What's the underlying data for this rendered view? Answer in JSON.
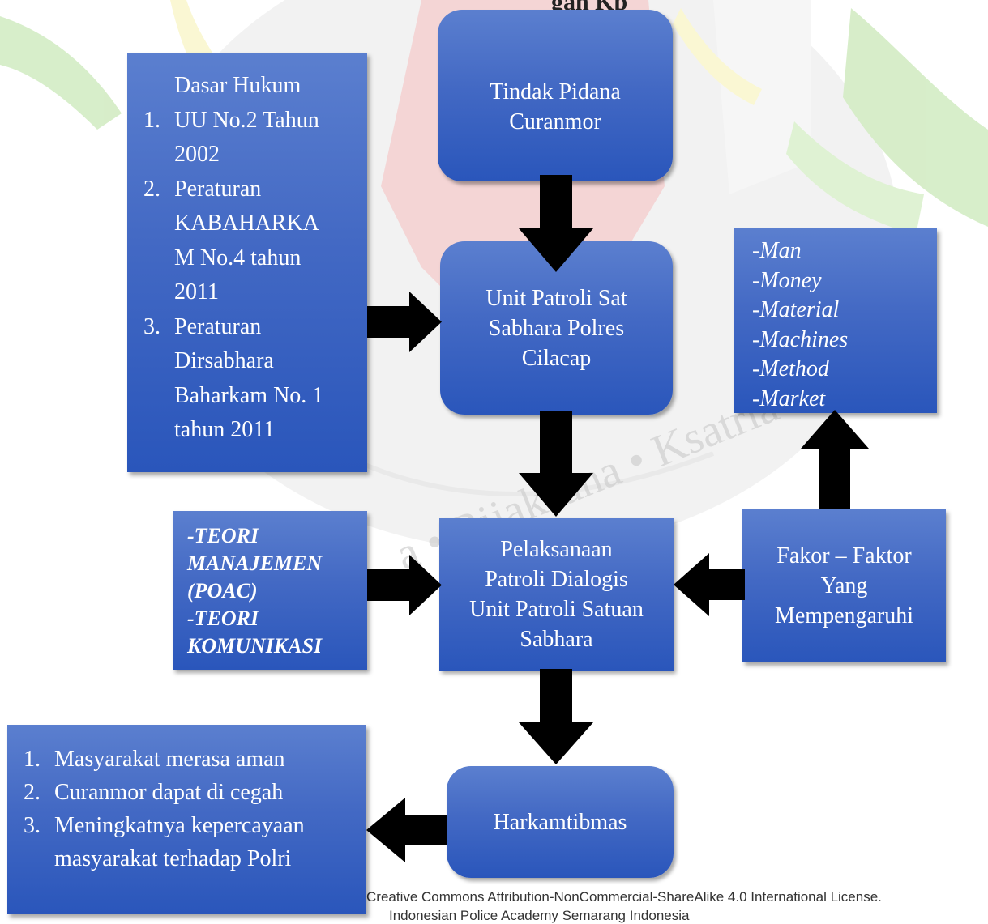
{
  "header": {
    "partial_heading": "gan Kp"
  },
  "boxes": {
    "dasar_hukum": {
      "title": "Dasar Hukum",
      "items": [
        {
          "num": "1.",
          "lines": [
            "UU No.2 Tahun",
            "2002"
          ]
        },
        {
          "num": "2.",
          "lines": [
            "Peraturan",
            "KABAHARKA",
            "M No.4 tahun",
            "2011"
          ]
        },
        {
          "num": "3.",
          "lines": [
            "Peraturan",
            "Dirsabhara",
            "Baharkam No. 1",
            "tahun 2011"
          ]
        }
      ]
    },
    "tindak_pidana": {
      "lines": [
        "Tindak Pidana",
        "Curanmor"
      ]
    },
    "unit_patroli": {
      "lines": [
        "Unit Patroli Sat",
        "Sabhara Polres",
        "Cilacap"
      ]
    },
    "six_m": {
      "lines": [
        "-Man",
        "-Money",
        "-Material",
        "-Machines",
        "-Method",
        "-Market"
      ]
    },
    "teori": {
      "lines": [
        "-TEORI",
        "MANAJEMEN",
        "(POAC)",
        "-TEORI",
        "KOMUNIKASI"
      ]
    },
    "pelaksanaan": {
      "lines": [
        "Pelaksanaan",
        "Patroli Dialogis",
        "Unit Patroli Satuan",
        "Sabhara"
      ]
    },
    "faktor": {
      "lines": [
        "Fakor – Faktor",
        "Yang",
        "Mempengaruhi"
      ]
    },
    "outcomes": {
      "items": [
        {
          "num": "1.",
          "lines": [
            "Masyarakat merasa aman"
          ]
        },
        {
          "num": "2.",
          "lines": [
            "Curanmor dapat di cegah"
          ]
        },
        {
          "num": "3.",
          "lines": [
            "Meningkatnya kepercayaan",
            "masyarakat terhadap Polri"
          ]
        }
      ]
    },
    "harkamtibmas": {
      "lines": [
        "Harkamtibmas"
      ]
    }
  },
  "watermark": {
    "motto": "a • Bijaksana • Ksatria"
  },
  "footer": {
    "license": "Creative Commons Attribution-NonCommercial-ShareAlike 4.0 International License.",
    "line2": "Indonesian Police Academy Semarang Indonesia"
  },
  "colors": {
    "box_top": "#5b7fcf",
    "box_bottom": "#2a56bb",
    "arrow": "#000000",
    "watermark_red": "#c0392b",
    "watermark_yellow": "#f2e04a",
    "watermark_green": "#6fbf3f"
  }
}
